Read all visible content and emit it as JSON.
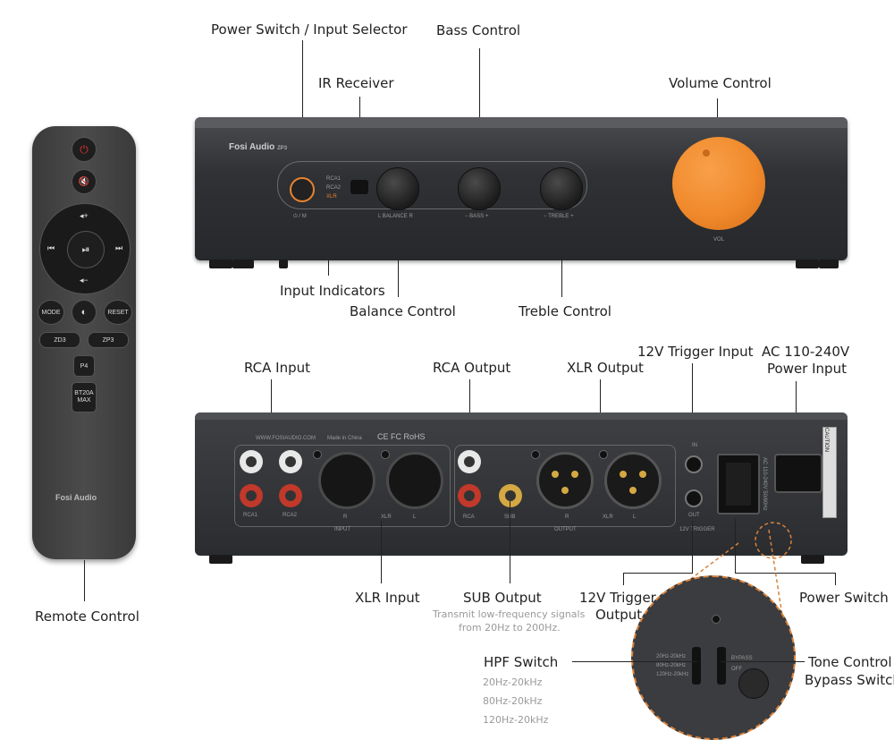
{
  "labels": {
    "power_switch_input_selector": "Power Switch / Input Selector",
    "bass_control": "Bass Control",
    "ir_receiver": "IR Receiver",
    "volume_control": "Volume Control",
    "input_indicators": "Input Indicators",
    "balance_control": "Balance Control",
    "treble_control": "Treble Control",
    "rca_input": "RCA Input",
    "rca_output": "RCA Output",
    "xlr_output": "XLR Output",
    "trigger_input": "12V Trigger Input",
    "ac_power_input_1": "AC 110-240V",
    "ac_power_input_2": "Power Input",
    "remote_control": "Remote Control",
    "xlr_input": "XLR Input",
    "sub_output": "SUB Output",
    "sub_output_desc_1": "Transmit low-frequency signals",
    "sub_output_desc_2": "from 20Hz to 200Hz.",
    "trigger_output_1": "12V Trigger",
    "trigger_output_2": "Output",
    "power_switch": "Power Switch",
    "hpf_switch": "HPF Switch",
    "hpf_options": [
      "20Hz-20kHz",
      "80Hz-20kHz",
      "120Hz-20kHz"
    ],
    "tone_bypass_1": "Tone Control",
    "tone_bypass_2": "Bypass Switch"
  },
  "front_panel": {
    "brand": "Fosi Audio",
    "model": "ZP3",
    "inputs": [
      "RCA1",
      "RCA2",
      "XLR"
    ],
    "power_label": "⏻ / M",
    "balance": "L  BALANCE  R",
    "bass": "−  BASS  +",
    "treble": "−  TREBLE  +",
    "vol": "VOL"
  },
  "rear_panel": {
    "site": "WWW.FOSIAUDIO.COM",
    "made": "Made in China",
    "marks": "CE FC RoHS",
    "rca1": "RCA1",
    "rca2": "RCA2",
    "r": "R",
    "xlr": "XLR",
    "l": "L",
    "input": "INPUT",
    "rca": "RCA",
    "sub": "SUB",
    "output": "OUTPUT",
    "trigger": "12V TRIGGER",
    "in": "IN",
    "out": "OUT",
    "ac": "AC 110-240V 50/60Hz",
    "caution": "CAUTION"
  },
  "zoom_panel": {
    "bypass": "BYPASS",
    "off": "OFF",
    "hpf": [
      "20Hz-20kHz",
      "80Hz-20kHz",
      "120Hz-20kHz"
    ]
  },
  "remote": {
    "mode": "MODE",
    "reset": "RESET",
    "zd3": "ZD3",
    "zp3": "ZP3",
    "p4": "P4",
    "bt20a_1": "BT20A",
    "bt20a_2": "MAX",
    "brand": "Fosi Audio"
  },
  "colors": {
    "accent": "#f08a2c",
    "dashed": "#d9823a"
  }
}
